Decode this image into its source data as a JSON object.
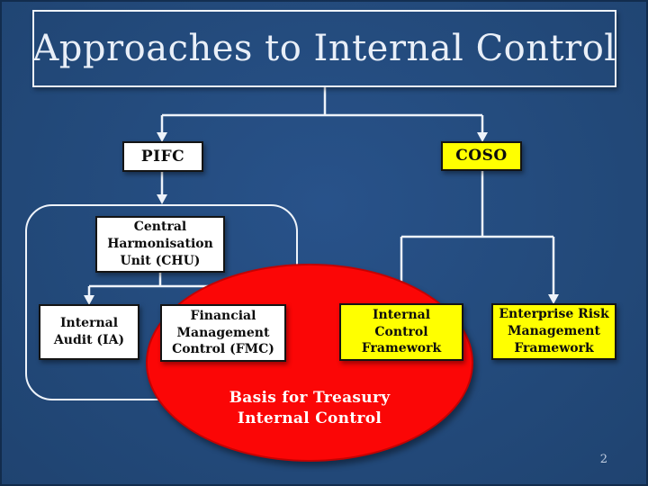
{
  "slide": {
    "title": "Approaches to Internal Control",
    "page_number": "2",
    "diagram": {
      "pifc_label": "PIFC",
      "coso_label": "COSO",
      "chu_label": "Central\nHarmonisation\nUnit (CHU)",
      "ia_label": "Internal\nAudit (IA)",
      "fmc_label": "Financial\nManagement\nControl (FMC)",
      "icf_label": "Internal\nControl\nFramework",
      "erm_label": "Enterprise Risk\nManagement\nFramework",
      "ellipse_label": "Basis for Treasury\nInternal Control"
    },
    "colors": {
      "background_blue": "#234a7b",
      "box_white": "#ffffff",
      "box_yellow": "#ffff00",
      "ellipse_red": "#fb0606",
      "connector_line": "#eef3fa",
      "box_text": "#0d0d0d",
      "title_text": "#e9eff8"
    }
  }
}
